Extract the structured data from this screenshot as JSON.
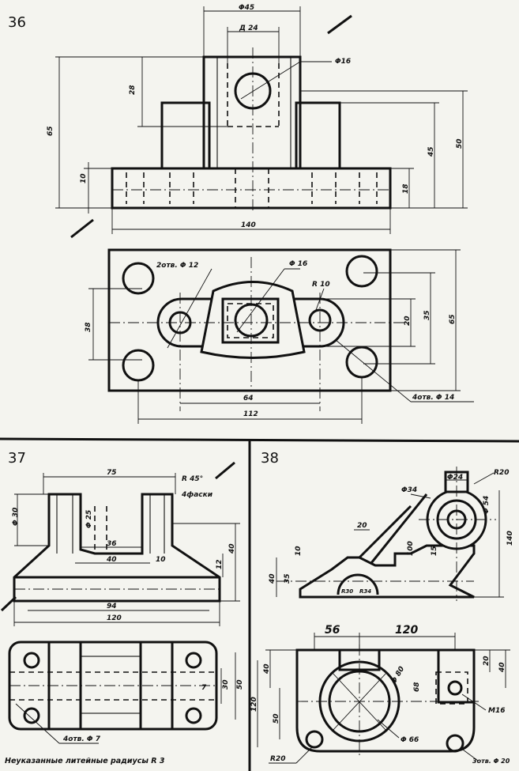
{
  "problems": {
    "p36": {
      "number": "36",
      "front_view": {
        "d_outer": "Φ45",
        "d_inner": "Д 24",
        "d_hole": "Φ16",
        "h_top": "28",
        "h_total": "65",
        "h_base": "10",
        "h_right1": "45",
        "h_right2": "50",
        "h_right3": "18",
        "w_base": "140"
      },
      "top_view": {
        "holes_small": "2отв. Φ 12",
        "hole_center": "Φ 16",
        "radius": "R 10",
        "h_left": "38",
        "h_right1": "20",
        "h_right2": "35",
        "h_right3": "65",
        "w_inner": "64",
        "w_outer": "112",
        "holes_corner": "4отв. Φ 14"
      }
    },
    "p37": {
      "number": "37",
      "front_view": {
        "w_top": "75",
        "chamfer1": "R 45°",
        "chamfer2": "4фаски",
        "d_left": "Φ 30",
        "d_inner": "Φ 25",
        "w_mid": "36",
        "w_neck": "40",
        "t_wall": "10",
        "h_right1": "40",
        "h_right2": "12",
        "w_base_inner": "94",
        "w_base": "120"
      },
      "top_view": {
        "dim_inner": "7",
        "dim_right1": "30",
        "dim_right2": "50",
        "holes": "4отв. Φ 7"
      },
      "note": "Неуказанные литейные радиусы R 3"
    },
    "p38": {
      "number": "38",
      "front_view": {
        "d_top": "Φ24",
        "r_top": "R20",
        "d_ring": "Φ34",
        "d_right": "Φ 54",
        "h_total": "140",
        "w_rib": "20",
        "h_rib": "100",
        "h_small1": "10",
        "h_left": "40",
        "h_mid": "35",
        "h_small2": "15",
        "r_a": "R30",
        "r_b": "R34"
      },
      "top_view": {
        "w_left": "56",
        "w_right": "120",
        "h_l1": "40",
        "h_l2": "120",
        "h_l3": "50",
        "h_mid": "68",
        "d_big": "Φ 80",
        "d_bore": "Φ 66",
        "h_r1": "20",
        "h_r2": "40",
        "thread": "М16",
        "radius": "R20",
        "holes": "3отв. Φ 20"
      }
    }
  }
}
